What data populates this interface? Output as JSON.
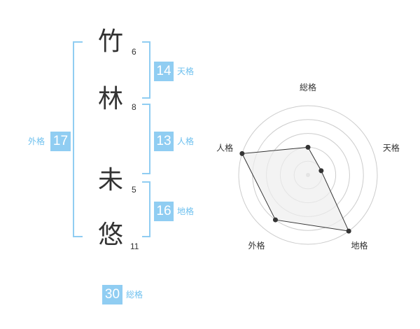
{
  "name": {
    "chars": [
      {
        "char": "竹",
        "strokes": "6"
      },
      {
        "char": "林",
        "strokes": "8"
      },
      {
        "char": "未",
        "strokes": "5"
      },
      {
        "char": "悠",
        "strokes": "11"
      }
    ]
  },
  "fortunes": {
    "ten": {
      "value": "14",
      "label": "天格"
    },
    "jin": {
      "value": "13",
      "label": "人格"
    },
    "chi": {
      "value": "16",
      "label": "地格"
    },
    "gai": {
      "value": "17",
      "label": "外格"
    },
    "sou": {
      "value": "30",
      "label": "総格"
    }
  },
  "colors": {
    "accent": "#90cdf2",
    "accent_text": "#6fc1ef",
    "radar_fill": "#eeeeee",
    "ring": "#cccccc"
  },
  "chart_data": {
    "type": "radar",
    "axes": [
      "総格",
      "天格",
      "地格",
      "外格",
      "人格"
    ],
    "rings": 5,
    "max": 5,
    "values": [
      2,
      1,
      5,
      4,
      5
    ]
  }
}
